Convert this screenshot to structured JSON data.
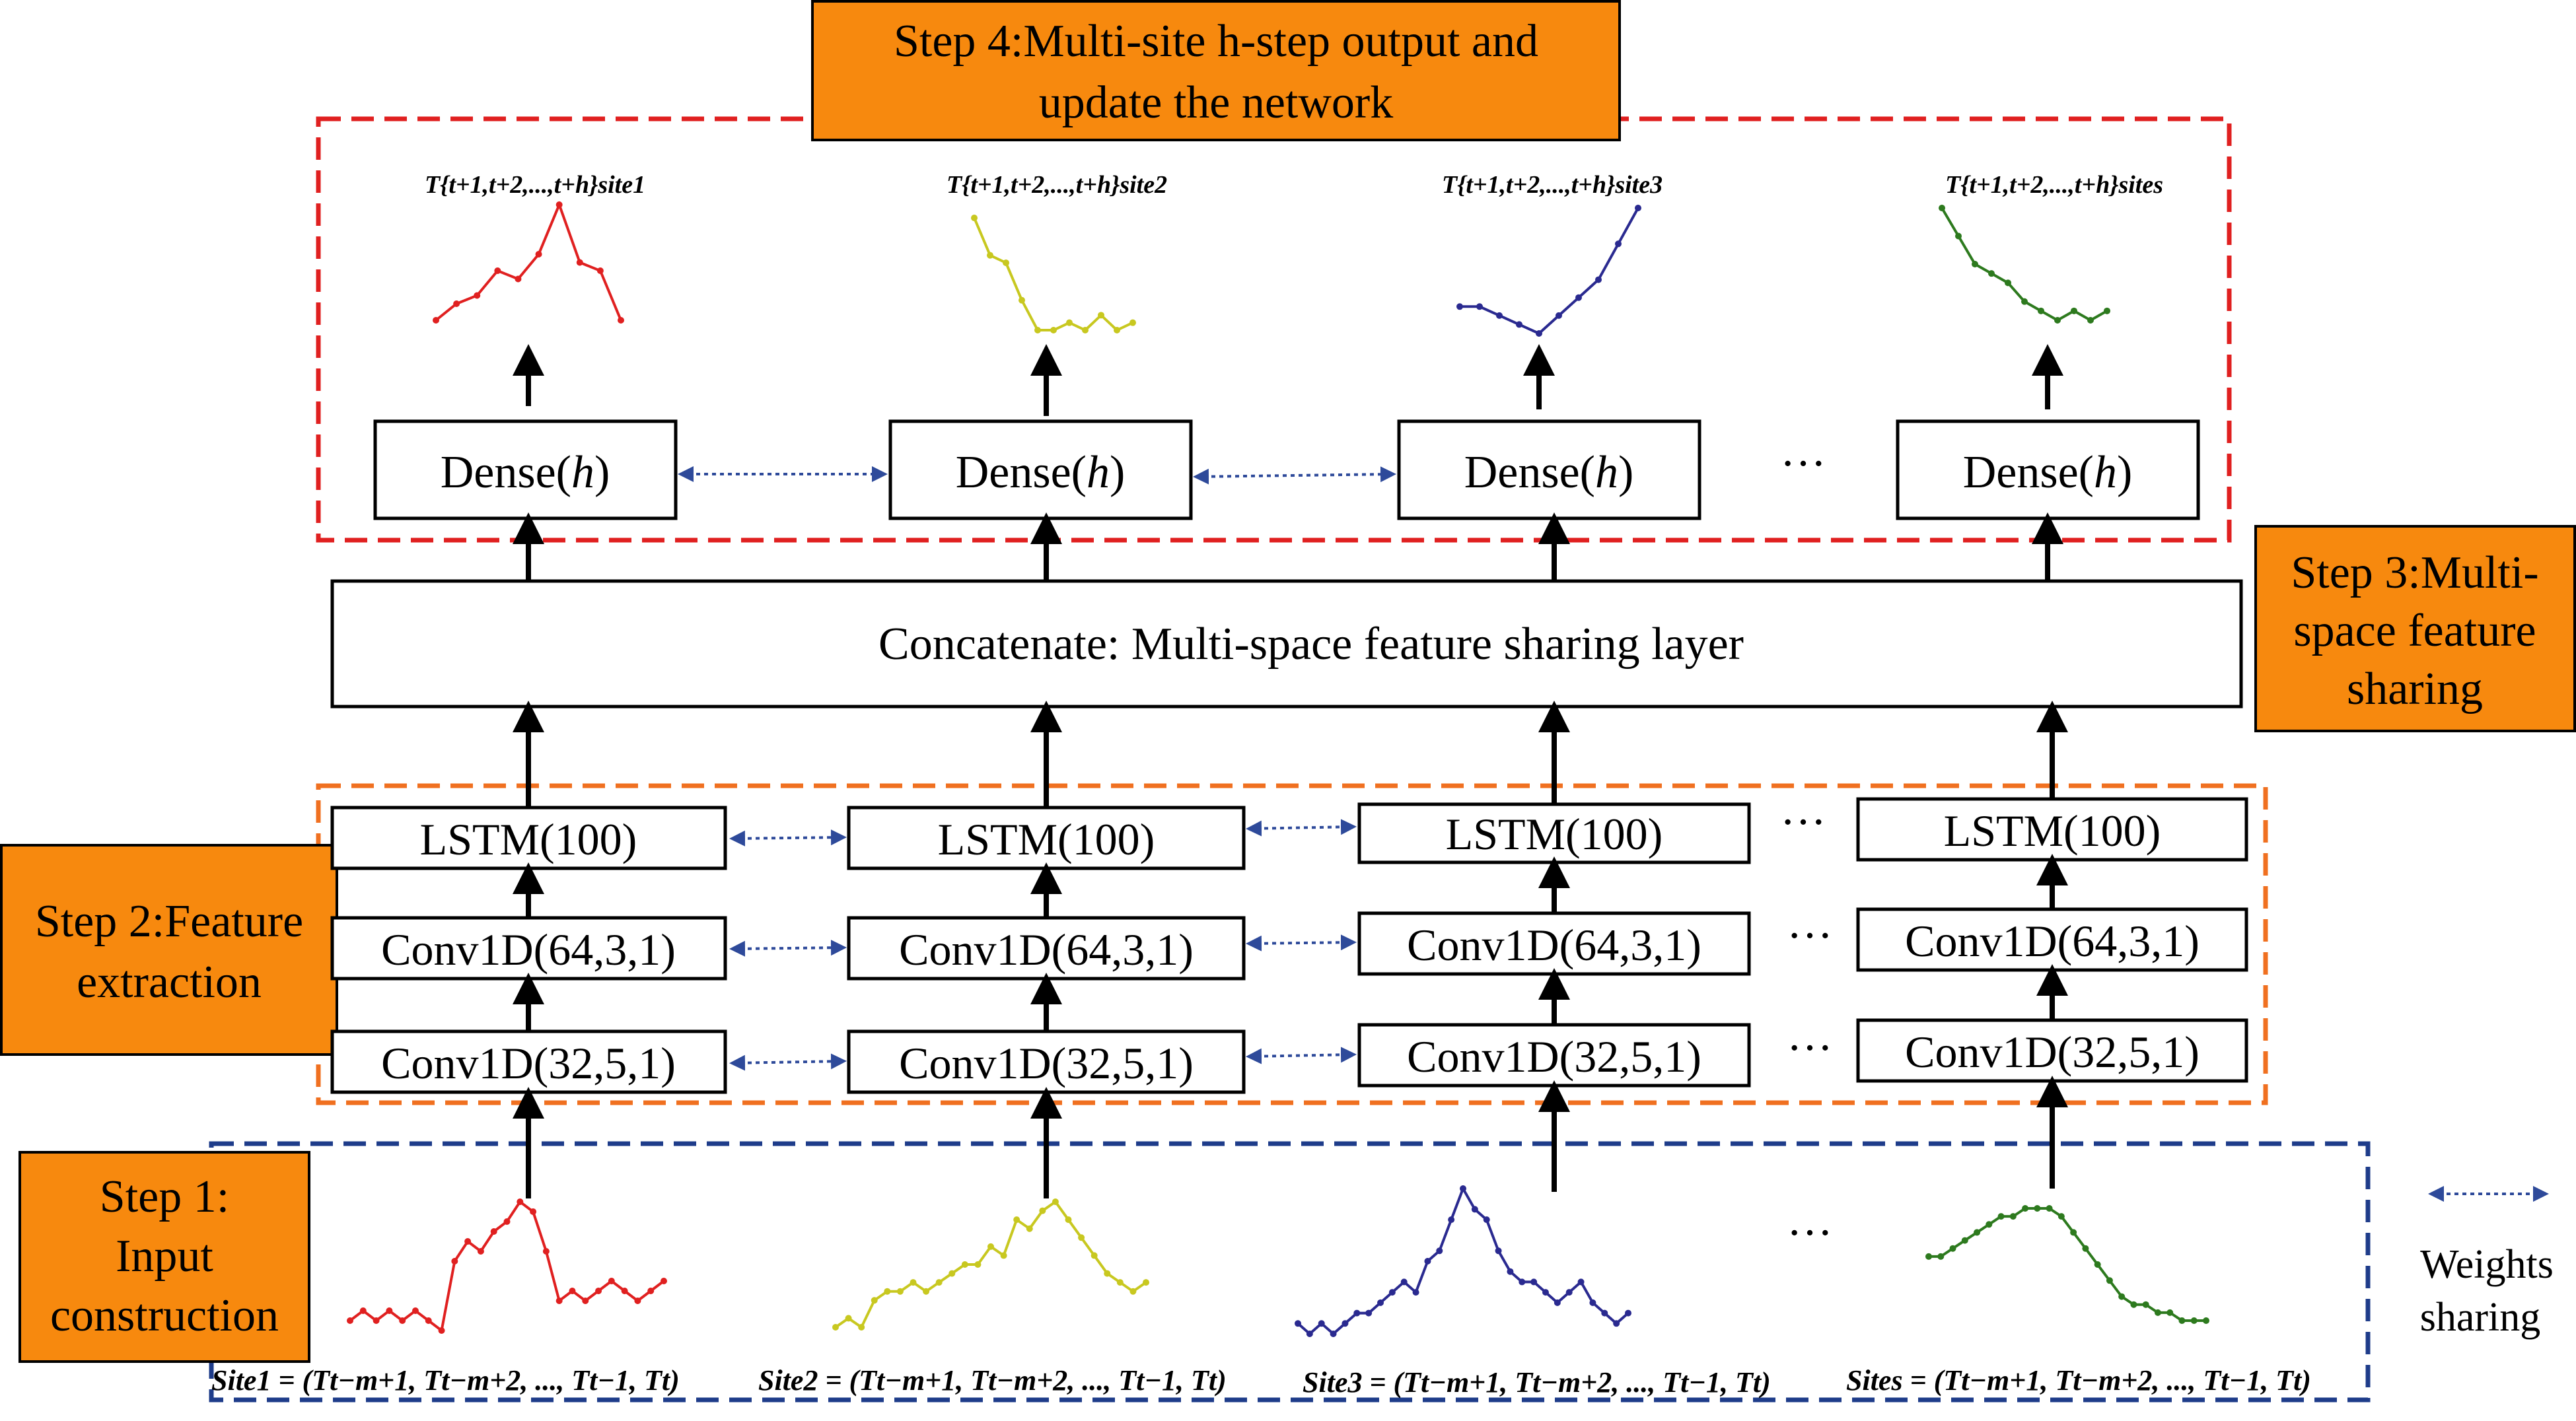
{
  "steps": {
    "step4": [
      "Step 4:Multi-site h-step output and",
      "update the network"
    ],
    "step3": [
      "Step 3:Multi-",
      "space feature",
      "sharing"
    ],
    "step2": [
      "Step 2:Feature",
      "extraction"
    ],
    "step1": [
      "Step 1:",
      "Input",
      "construction"
    ]
  },
  "layers": {
    "dense": [
      "Dense(",
      "h",
      ")"
    ],
    "concat": "Concatenate: Multi-space feature sharing layer",
    "lstm": "LSTM(100)",
    "conv64": "Conv1D(64,3,1)",
    "conv32": "Conv1D(32,5,1)"
  },
  "ellipsis": "···",
  "legend": [
    "Weights",
    "sharing"
  ],
  "outputs": [
    {
      "label": "T{t+1,t+2,...,t+h}site1",
      "color": "#e02020",
      "values": [
        2,
        4,
        5,
        8,
        7,
        10,
        16,
        9,
        8,
        2
      ]
    },
    {
      "label": "T{t+1,t+2,...,t+h}site2",
      "color": "#c8c820",
      "values": [
        15,
        10,
        9,
        4,
        0,
        0,
        1,
        0,
        2,
        0,
        1
      ]
    },
    {
      "label": "T{t+1,t+2,...,t+h}site3",
      "color": "#2a2a90",
      "values": [
        3,
        3,
        2,
        1,
        0,
        2,
        4,
        6,
        10,
        14
      ]
    },
    {
      "label": "T{t+1,t+2,...,t+h}sites",
      "color": "#2d7a1e",
      "values": [
        14,
        11,
        8,
        7,
        6,
        4,
        3,
        2,
        3,
        2,
        3
      ]
    }
  ],
  "inputs": [
    {
      "label": "Site1 = (Tt−m+1, Tt−m+2, ..., Tt−1, Tt)",
      "color": "#e02020",
      "values": [
        2,
        3,
        2,
        3,
        2,
        3,
        2,
        1,
        8,
        10,
        9,
        11,
        12,
        14,
        13,
        9,
        4,
        5,
        4,
        5,
        6,
        5,
        4,
        5,
        6
      ]
    },
    {
      "label": "Site2 = (Tt−m+1, Tt−m+2, ..., Tt−1, Tt)",
      "color": "#c8c820",
      "values": [
        1,
        2,
        1,
        4,
        5,
        5,
        6,
        5,
        6,
        7,
        8,
        8,
        10,
        9,
        13,
        12,
        14,
        15,
        13,
        11,
        9,
        7,
        6,
        5,
        6
      ]
    },
    {
      "label": "Site3 = (Tt−m+1, Tt−m+2, ..., Tt−1, Tt)",
      "color": "#2a2a90",
      "values": [
        2,
        1,
        2,
        1,
        2,
        3,
        3,
        4,
        5,
        6,
        5,
        8,
        9,
        12,
        15,
        13,
        12,
        9,
        7,
        6,
        6,
        5,
        4,
        5,
        6,
        4,
        3,
        2,
        3
      ]
    },
    {
      "label": "Sites = (Tt−m+1, Tt−m+2, ..., Tt−1, Tt)",
      "color": "#2d7a1e",
      "values": [
        9,
        9,
        10,
        11,
        12,
        13,
        14,
        14,
        15,
        15,
        15,
        14,
        12,
        10,
        8,
        6,
        4,
        3,
        3,
        2,
        2,
        1,
        1,
        1
      ]
    }
  ]
}
